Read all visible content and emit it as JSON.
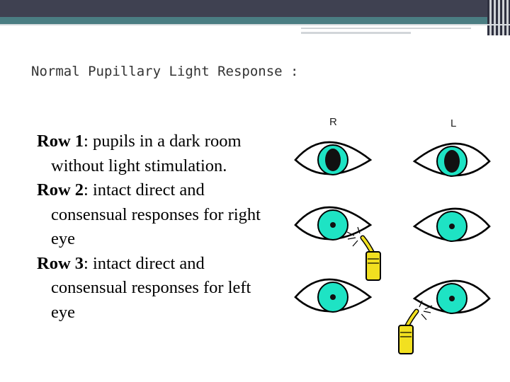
{
  "slide": {
    "title": "Normal Pupillary Light Response :",
    "items": [
      {
        "label": "Row 1",
        "text": ": pupils in a dark room without light stimulation."
      },
      {
        "label": "Row 2",
        "text": ": intact direct and consensual responses for right eye"
      },
      {
        "label": "Row 3",
        "text": ": intact direct and consensual responses for left eye"
      }
    ]
  },
  "illustration": {
    "right_label": "R",
    "left_label": "L",
    "eye_color": "#1ee3c4",
    "pupil_color": "#111111",
    "penlight_color": "#f2e020"
  }
}
